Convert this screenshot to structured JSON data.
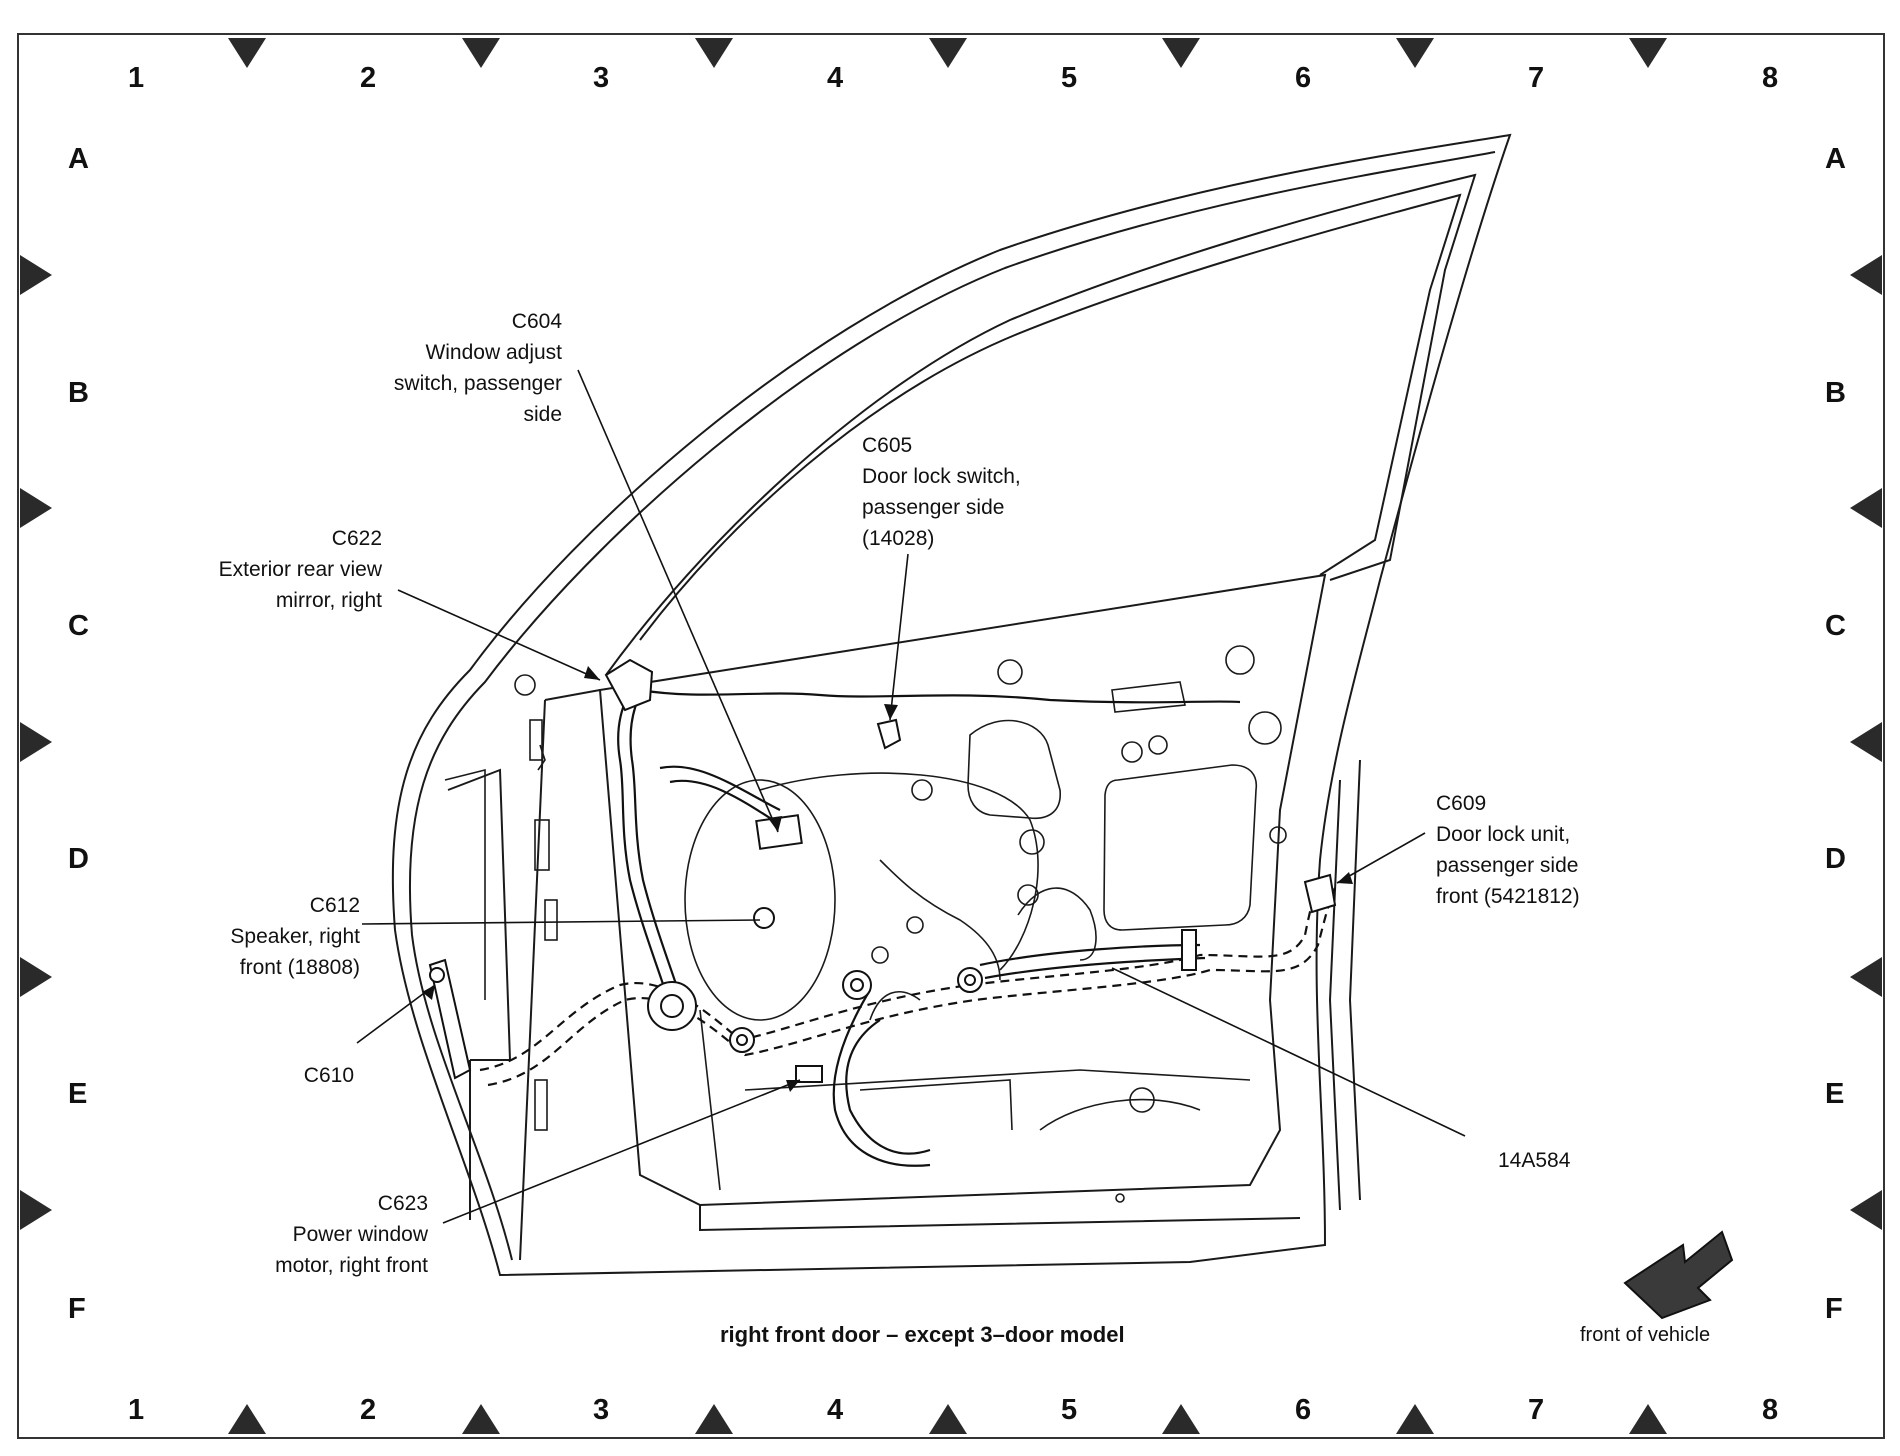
{
  "grid": {
    "columns": [
      "1",
      "2",
      "3",
      "4",
      "5",
      "6",
      "7",
      "8"
    ],
    "rows": [
      "A",
      "B",
      "C",
      "D",
      "E",
      "F"
    ]
  },
  "callouts": {
    "c604": {
      "id": "C604",
      "line1": "Window adjust",
      "line2": "switch, passenger",
      "line3": "side"
    },
    "c605": {
      "id": "C605",
      "line1": "Door lock switch,",
      "line2": "passenger side",
      "line3": "(14028)"
    },
    "c622": {
      "id": "C622",
      "line1": "Exterior rear view",
      "line2": "mirror, right"
    },
    "c609": {
      "id": "C609",
      "line1": "Door lock unit,",
      "line2": "passenger side",
      "line3": "front (5421812)"
    },
    "c612": {
      "id": "C612",
      "line1": "Speaker, right",
      "line2": "front (18808)"
    },
    "c610": {
      "id": "C610"
    },
    "c623": {
      "id": "C623",
      "line1": "Power window",
      "line2": "motor, right front"
    },
    "harness": {
      "id": "14A584"
    }
  },
  "caption": "right front door – except 3–door model",
  "front_of_vehicle": "front of vehicle",
  "colors": {
    "ink": "#111111",
    "paper": "#ffffff",
    "marker": "#2a2a2a"
  }
}
